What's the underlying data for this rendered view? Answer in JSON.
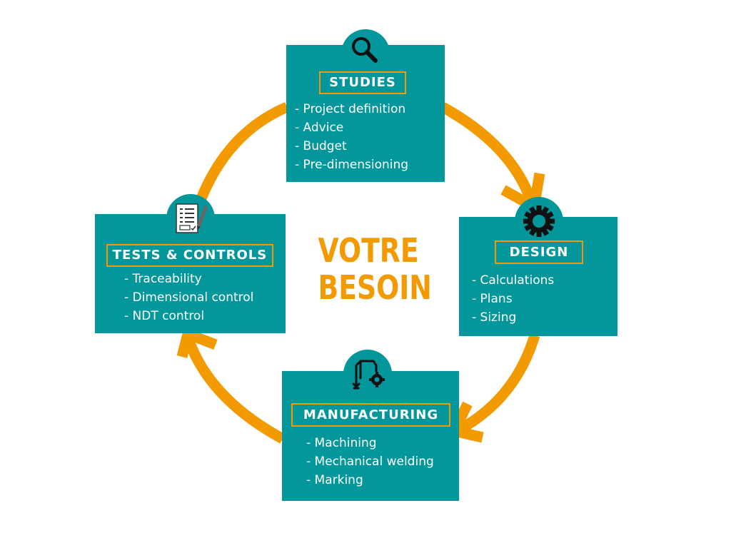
{
  "center": {
    "line1": "VOTRE",
    "line2": "BESOIN"
  },
  "cards": {
    "studies": {
      "icon": "magnifier-icon",
      "title": "STUDIES",
      "items": [
        "- Project definition",
        "- Advice",
        "- Budget",
        "- Pre-dimensioning"
      ]
    },
    "design": {
      "icon": "gear-icon",
      "title": "DESIGN",
      "items": [
        "- Calculations",
        "- Plans",
        "- Sizing"
      ]
    },
    "manufacturing": {
      "icon": "robot-arm-icon",
      "title": "MANUFACTURING",
      "items": [
        "- Machining",
        "- Mechanical welding",
        "- Marking"
      ]
    },
    "tests": {
      "icon": "checklist-icon",
      "title": "TESTS & CONTROLS",
      "items": [
        "- Traceability",
        "- Dimensional control",
        "- NDT control"
      ]
    }
  },
  "colors": {
    "teal": "#03979c",
    "orange": "#f29a00",
    "white": "#ffffff",
    "icon_dark": "#111111"
  }
}
